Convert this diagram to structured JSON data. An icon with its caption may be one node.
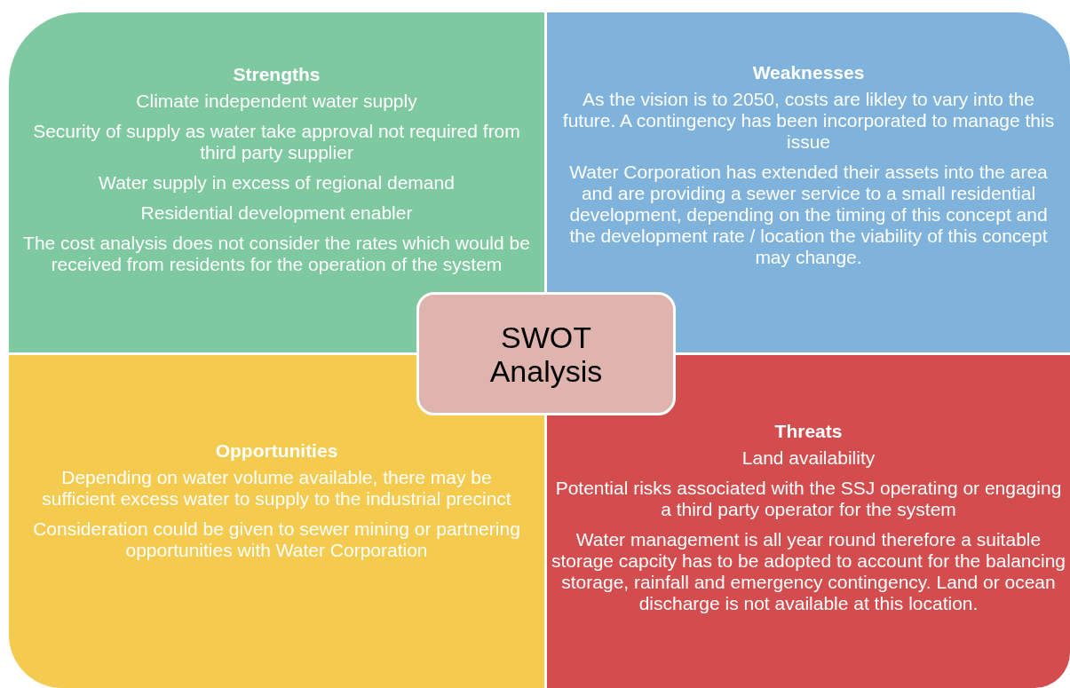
{
  "diagram": {
    "nodes": [
      {
        "text": [
          "Strengths",
          "Climate independent water supply",
          "Security of supply as water take approval not required from third party supplier",
          "Water supply in excess of regional demand",
          "Residential development enabler",
          "The cost analysis does not consider the rates which would be received from residents for the operation of the system"
        ]
      },
      {
        "text": [
          "Weaknesses",
          "As the vision is to 2050, costs are likley to vary into the future. A contingency has been incorporated to manage this issue",
          "Water Corporation has extended their assets into the area and are providing a sewer service to a small residential development, depending on the timing of this concept and the development rate / location the viability of this concept may change."
        ]
      },
      {
        "text": [
          "Opportunities",
          "Depending on water volume available, there may be sufficient excess water to supply to the industrial precinct",
          "Consideration could be given to sewer mining or partnering opportunities with Water Corporation"
        ]
      },
      {
        "text": [
          "Threats",
          "Land availability",
          "Potential risks associated with the SSJ operating or engaging a third party operator for the system",
          "Water management is all year round therefore a suitable storage capcity has to be adopted to account for the balancing storage, rainfall and emergency contingency. Land or ocean discharge is not available at this location."
        ]
      },
      {
        "text": [
          "SWOT Analysis"
        ]
      }
    ]
  }
}
